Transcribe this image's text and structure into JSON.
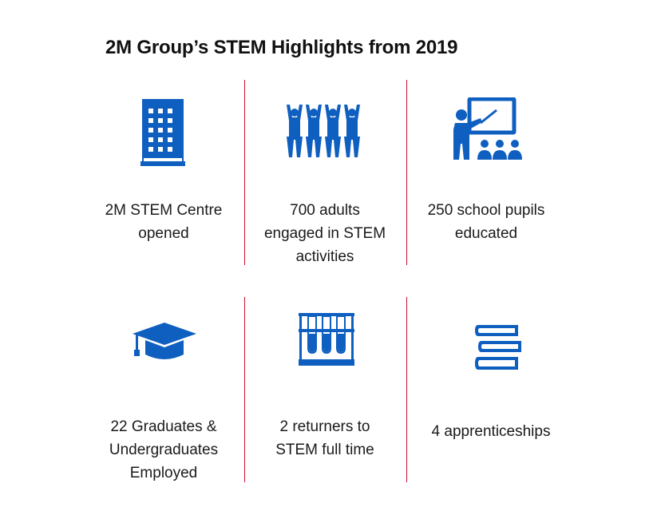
{
  "title": "2M Group’s STEM Highlights from 2019",
  "accent_color": "#c8102e",
  "icon_color": "#0f5fc0",
  "highlights": [
    {
      "icon": "building-icon",
      "label_line1": "2M STEM Centre",
      "label_line2": "opened",
      "label_line3": ""
    },
    {
      "icon": "people-cheering-icon",
      "label_line1": "700 adults",
      "label_line2": "engaged in STEM",
      "label_line3": "activities"
    },
    {
      "icon": "teacher-classroom-icon",
      "label_line1": "250 school pupils",
      "label_line2": "educated",
      "label_line3": ""
    },
    {
      "icon": "graduation-cap-icon",
      "label_line1": "22 Graduates &",
      "label_line2": "Undergraduates",
      "label_line3": "Employed"
    },
    {
      "icon": "test-tubes-icon",
      "label_line1": "2 returners to",
      "label_line2": "STEM full time",
      "label_line3": ""
    },
    {
      "icon": "books-icon",
      "label_line1": "4 apprenticeships",
      "label_line2": "",
      "label_line3": ""
    }
  ]
}
